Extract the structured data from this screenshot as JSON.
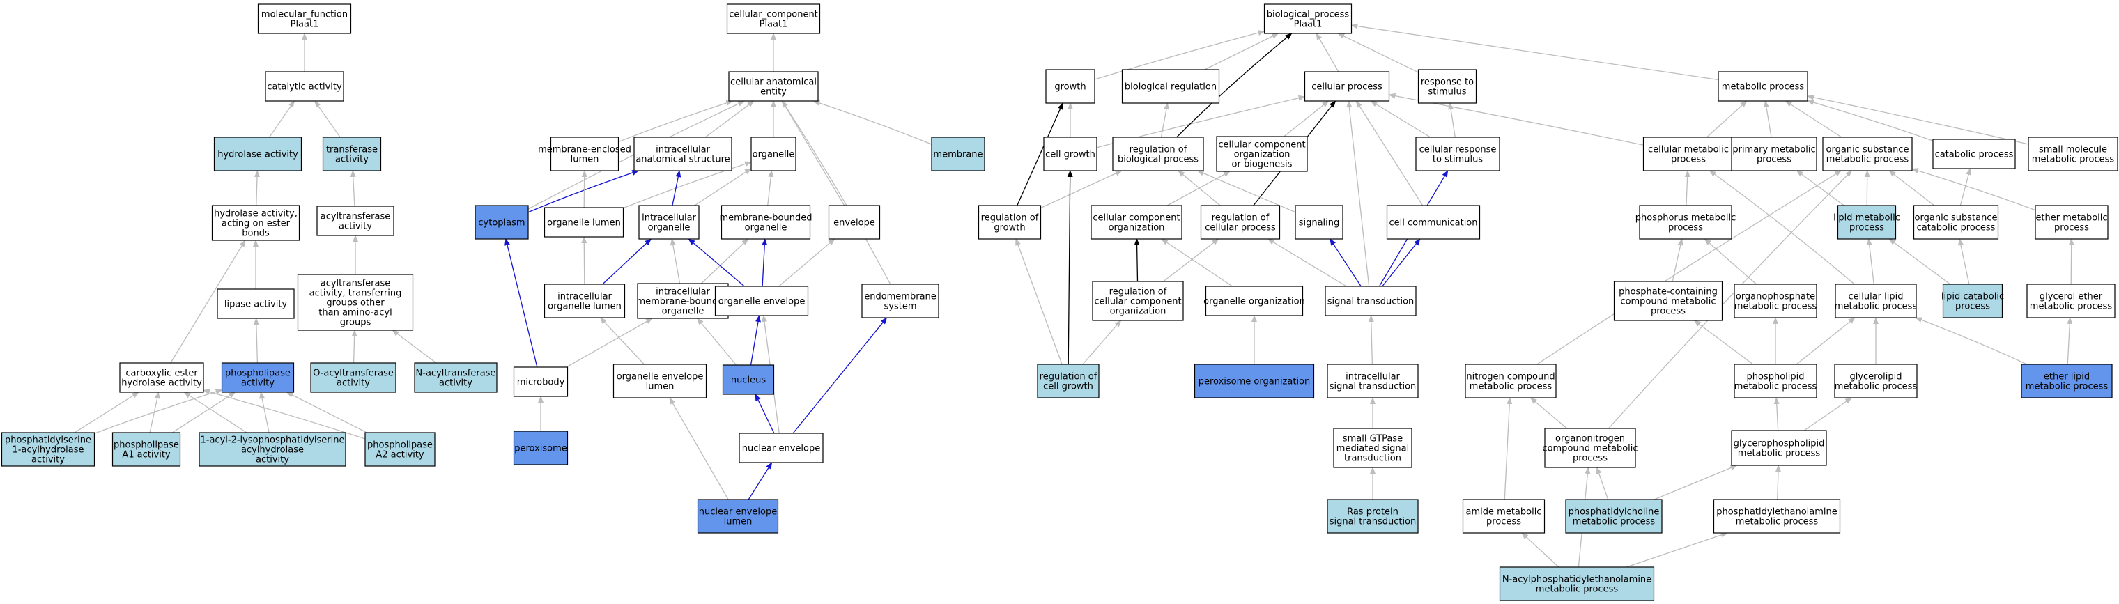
{
  "colors": {
    "white": "#ffffff",
    "light": "#add8e6",
    "dark": "#6495ed",
    "edge_gray": "#bdbdbd",
    "edge_black": "#000000",
    "edge_blue": "#1414d2"
  },
  "nodes": [
    {
      "id": "mf",
      "lines": [
        "molecular_function",
        "Plaat1"
      ],
      "fill": "white"
    },
    {
      "id": "catalytic",
      "lines": [
        "catalytic activity"
      ],
      "fill": "white"
    },
    {
      "id": "hydrolase",
      "lines": [
        "hydrolase activity"
      ],
      "fill": "light"
    },
    {
      "id": "transferase",
      "lines": [
        "transferase",
        "activity"
      ],
      "fill": "light"
    },
    {
      "id": "hydro_ester",
      "lines": [
        "hydrolase activity,",
        "acting on ester",
        "bonds"
      ],
      "fill": "white"
    },
    {
      "id": "acyltransferase",
      "lines": [
        "acyltransferase",
        "activity"
      ],
      "fill": "white"
    },
    {
      "id": "lipase",
      "lines": [
        "lipase activity"
      ],
      "fill": "white"
    },
    {
      "id": "acyl_other",
      "lines": [
        "acyltransferase",
        "activity, transferring",
        "groups other",
        "than amino-acyl",
        "groups"
      ],
      "fill": "white"
    },
    {
      "id": "carbox",
      "lines": [
        "carboxylic ester",
        "hydrolase activity"
      ],
      "fill": "white"
    },
    {
      "id": "phospholipase",
      "lines": [
        "phospholipase",
        "activity"
      ],
      "fill": "dark"
    },
    {
      "id": "o_acyl",
      "lines": [
        "O-acyltransferase",
        "activity"
      ],
      "fill": "light"
    },
    {
      "id": "n_acyl",
      "lines": [
        "N-acyltransferase",
        "activity"
      ],
      "fill": "light"
    },
    {
      "id": "ps1",
      "lines": [
        "phosphatidylserine",
        "1-acylhydrolase",
        "activity"
      ],
      "fill": "light"
    },
    {
      "id": "pa1",
      "lines": [
        "phospholipase",
        "A1 activity"
      ],
      "fill": "light"
    },
    {
      "id": "lyso",
      "lines": [
        "1-acyl-2-lysophosphatidylserine",
        "acylhydrolase",
        "activity"
      ],
      "fill": "light"
    },
    {
      "id": "pa2",
      "lines": [
        "phospholipase",
        "A2 activity"
      ],
      "fill": "light"
    },
    {
      "id": "cc",
      "lines": [
        "cellular_component",
        "Plaat1"
      ],
      "fill": "white"
    },
    {
      "id": "cae",
      "lines": [
        "cellular anatomical",
        "entity"
      ],
      "fill": "white"
    },
    {
      "id": "membrane",
      "lines": [
        "membrane"
      ],
      "fill": "light"
    },
    {
      "id": "mem_encl",
      "lines": [
        "membrane-enclosed",
        "lumen"
      ],
      "fill": "white"
    },
    {
      "id": "intra_anat",
      "lines": [
        "intracellular",
        "anatomical structure"
      ],
      "fill": "white"
    },
    {
      "id": "organelle",
      "lines": [
        "organelle"
      ],
      "fill": "white"
    },
    {
      "id": "cytoplasm",
      "lines": [
        "cytoplasm"
      ],
      "fill": "dark"
    },
    {
      "id": "org_lumen",
      "lines": [
        "organelle lumen"
      ],
      "fill": "white"
    },
    {
      "id": "intra_org",
      "lines": [
        "intracellular",
        "organelle"
      ],
      "fill": "white"
    },
    {
      "id": "mem_bound",
      "lines": [
        "membrane-bounded",
        "organelle"
      ],
      "fill": "white"
    },
    {
      "id": "envelope",
      "lines": [
        "envelope"
      ],
      "fill": "white"
    },
    {
      "id": "intra_org_lumen",
      "lines": [
        "intracellular",
        "organelle lumen"
      ],
      "fill": "white"
    },
    {
      "id": "intra_mem_bound",
      "lines": [
        "intracellular",
        "membrane-bounded",
        "organelle"
      ],
      "fill": "white"
    },
    {
      "id": "org_env",
      "lines": [
        "organelle envelope"
      ],
      "fill": "white"
    },
    {
      "id": "endomem",
      "lines": [
        "endomembrane",
        "system"
      ],
      "fill": "white"
    },
    {
      "id": "microbody",
      "lines": [
        "microbody"
      ],
      "fill": "white"
    },
    {
      "id": "org_env_lumen",
      "lines": [
        "organelle envelope",
        "lumen"
      ],
      "fill": "white"
    },
    {
      "id": "nucleus",
      "lines": [
        "nucleus"
      ],
      "fill": "dark"
    },
    {
      "id": "peroxisome",
      "lines": [
        "peroxisome"
      ],
      "fill": "dark"
    },
    {
      "id": "nuc_env",
      "lines": [
        "nuclear envelope"
      ],
      "fill": "white"
    },
    {
      "id": "nuc_env_lumen",
      "lines": [
        "nuclear envelope",
        "lumen"
      ],
      "fill": "dark"
    },
    {
      "id": "bp",
      "lines": [
        "biological_process",
        "Plaat1"
      ],
      "fill": "white"
    },
    {
      "id": "growth",
      "lines": [
        "growth"
      ],
      "fill": "white"
    },
    {
      "id": "bio_reg",
      "lines": [
        "biological regulation"
      ],
      "fill": "white"
    },
    {
      "id": "cell_proc",
      "lines": [
        "cellular process"
      ],
      "fill": "white"
    },
    {
      "id": "resp_stim",
      "lines": [
        "response to",
        "stimulus"
      ],
      "fill": "white"
    },
    {
      "id": "metab",
      "lines": [
        "metabolic process"
      ],
      "fill": "white"
    },
    {
      "id": "cell_growth",
      "lines": [
        "cell growth"
      ],
      "fill": "white"
    },
    {
      "id": "reg_bio",
      "lines": [
        "regulation of",
        "biological process"
      ],
      "fill": "white"
    },
    {
      "id": "cc_org_bio",
      "lines": [
        "cellular component",
        "organization",
        "or biogenesis"
      ],
      "fill": "white"
    },
    {
      "id": "cell_resp",
      "lines": [
        "cellular response",
        "to stimulus"
      ],
      "fill": "white"
    },
    {
      "id": "cell_metab",
      "lines": [
        "cellular metabolic",
        "process"
      ],
      "fill": "white"
    },
    {
      "id": "prim_metab",
      "lines": [
        "primary metabolic",
        "process"
      ],
      "fill": "white"
    },
    {
      "id": "org_sub_metab",
      "lines": [
        "organic substance",
        "metabolic process"
      ],
      "fill": "white"
    },
    {
      "id": "catab",
      "lines": [
        "catabolic process"
      ],
      "fill": "white"
    },
    {
      "id": "small_mol",
      "lines": [
        "small molecule",
        "metabolic process"
      ],
      "fill": "white"
    },
    {
      "id": "reg_growth",
      "lines": [
        "regulation of",
        "growth"
      ],
      "fill": "white"
    },
    {
      "id": "cc_org",
      "lines": [
        "cellular component",
        "organization"
      ],
      "fill": "white"
    },
    {
      "id": "reg_cell_proc",
      "lines": [
        "regulation of",
        "cellular process"
      ],
      "fill": "white"
    },
    {
      "id": "signaling",
      "lines": [
        "signaling"
      ],
      "fill": "white"
    },
    {
      "id": "cell_comm",
      "lines": [
        "cell communication"
      ],
      "fill": "white"
    },
    {
      "id": "phos_metab",
      "lines": [
        "phosphorus metabolic",
        "process"
      ],
      "fill": "white"
    },
    {
      "id": "lipid_metab",
      "lines": [
        "lipid metabolic",
        "process"
      ],
      "fill": "light"
    },
    {
      "id": "org_sub_catab",
      "lines": [
        "organic substance",
        "catabolic process"
      ],
      "fill": "white"
    },
    {
      "id": "ether_metab",
      "lines": [
        "ether metabolic",
        "process"
      ],
      "fill": "white"
    },
    {
      "id": "reg_cc_org",
      "lines": [
        "regulation of",
        "cellular component",
        "organization"
      ],
      "fill": "white"
    },
    {
      "id": "organelle_org",
      "lines": [
        "organelle organization"
      ],
      "fill": "white"
    },
    {
      "id": "sig_trans",
      "lines": [
        "signal transduction"
      ],
      "fill": "white"
    },
    {
      "id": "phosphate_cont",
      "lines": [
        "phosphate-containing",
        "compound metabolic",
        "process"
      ],
      "fill": "white"
    },
    {
      "id": "organophos",
      "lines": [
        "organophosphate",
        "metabolic process"
      ],
      "fill": "white"
    },
    {
      "id": "cell_lipid",
      "lines": [
        "cellular lipid",
        "metabolic process"
      ],
      "fill": "white"
    },
    {
      "id": "lipid_catab",
      "lines": [
        "lipid catabolic",
        "process"
      ],
      "fill": "light"
    },
    {
      "id": "glyc_ether",
      "lines": [
        "glycerol ether",
        "metabolic process"
      ],
      "fill": "white"
    },
    {
      "id": "reg_cell_growth",
      "lines": [
        "regulation of",
        "cell growth"
      ],
      "fill": "light"
    },
    {
      "id": "perox_org",
      "lines": [
        "peroxisome organization"
      ],
      "fill": "dark"
    },
    {
      "id": "intra_sig",
      "lines": [
        "intracellular",
        "signal transduction"
      ],
      "fill": "white"
    },
    {
      "id": "nitro",
      "lines": [
        "nitrogen compound",
        "metabolic process"
      ],
      "fill": "white"
    },
    {
      "id": "phospholipid",
      "lines": [
        "phospholipid",
        "metabolic process"
      ],
      "fill": "white"
    },
    {
      "id": "glycerolipid",
      "lines": [
        "glycerolipid",
        "metabolic process"
      ],
      "fill": "white"
    },
    {
      "id": "ether_lipid",
      "lines": [
        "ether lipid",
        "metabolic process"
      ],
      "fill": "dark"
    },
    {
      "id": "small_gtp",
      "lines": [
        "small GTPase",
        "mediated signal",
        "transduction"
      ],
      "fill": "white"
    },
    {
      "id": "organonitro",
      "lines": [
        "organonitrogen",
        "compound metabolic",
        "process"
      ],
      "fill": "white"
    },
    {
      "id": "glycerophos",
      "lines": [
        "glycerophospholipid",
        "metabolic process"
      ],
      "fill": "white"
    },
    {
      "id": "ras",
      "lines": [
        "Ras protein",
        "signal transduction"
      ],
      "fill": "light"
    },
    {
      "id": "amide",
      "lines": [
        "amide metabolic",
        "process"
      ],
      "fill": "white"
    },
    {
      "id": "ptdcho",
      "lines": [
        "phosphatidylcholine",
        "metabolic process"
      ],
      "fill": "light"
    },
    {
      "id": "ptdeth",
      "lines": [
        "phosphatidylethanolamine",
        "metabolic process"
      ],
      "fill": "white"
    },
    {
      "id": "nacyl_pe",
      "lines": [
        "N-acylphosphatidylethanolamine",
        "metabolic process"
      ],
      "fill": "light"
    }
  ],
  "edges": [
    [
      "catalytic",
      "mf",
      "gray"
    ],
    [
      "hydrolase",
      "catalytic",
      "gray"
    ],
    [
      "transferase",
      "catalytic",
      "gray"
    ],
    [
      "hydro_ester",
      "hydrolase",
      "gray"
    ],
    [
      "acyltransferase",
      "transferase",
      "gray"
    ],
    [
      "lipase",
      "hydro_ester",
      "gray"
    ],
    [
      "acyl_other",
      "acyltransferase",
      "gray"
    ],
    [
      "carbox",
      "hydro_ester",
      "gray"
    ],
    [
      "phospholipase",
      "lipase",
      "gray"
    ],
    [
      "o_acyl",
      "acyl_other",
      "gray"
    ],
    [
      "n_acyl",
      "acyl_other",
      "gray"
    ],
    [
      "ps1",
      "carbox",
      "gray"
    ],
    [
      "ps1",
      "phospholipase",
      "gray"
    ],
    [
      "pa1",
      "carbox",
      "gray"
    ],
    [
      "pa1",
      "phospholipase",
      "gray"
    ],
    [
      "lyso",
      "carbox",
      "gray"
    ],
    [
      "lyso",
      "phospholipase",
      "gray"
    ],
    [
      "pa2",
      "carbox",
      "gray"
    ],
    [
      "pa2",
      "phospholipase",
      "gray"
    ],
    [
      "cae",
      "cc",
      "gray"
    ],
    [
      "membrane",
      "cae",
      "gray"
    ],
    [
      "mem_encl",
      "cae",
      "gray"
    ],
    [
      "intra_anat",
      "cae",
      "gray"
    ],
    [
      "organelle",
      "cae",
      "gray"
    ],
    [
      "cytoplasm",
      "cae",
      "gray"
    ],
    [
      "cytoplasm",
      "intra_anat",
      "blue"
    ],
    [
      "org_lumen",
      "mem_encl",
      "gray"
    ],
    [
      "org_lumen",
      "organelle",
      "gray"
    ],
    [
      "intra_org",
      "intra_anat",
      "blue"
    ],
    [
      "intra_org",
      "organelle",
      "gray"
    ],
    [
      "mem_bound",
      "organelle",
      "gray"
    ],
    [
      "envelope",
      "cae",
      "gray"
    ],
    [
      "intra_org_lumen",
      "org_lumen",
      "gray"
    ],
    [
      "intra_org_lumen",
      "intra_org",
      "blue"
    ],
    [
      "intra_mem_bound",
      "intra_org",
      "gray"
    ],
    [
      "intra_mem_bound",
      "mem_bound",
      "gray"
    ],
    [
      "org_env",
      "envelope",
      "gray"
    ],
    [
      "org_env",
      "intra_org",
      "blue"
    ],
    [
      "org_env",
      "mem_bound",
      "blue"
    ],
    [
      "endomem",
      "cae",
      "gray"
    ],
    [
      "microbody",
      "intra_mem_bound",
      "gray"
    ],
    [
      "microbody",
      "cytoplasm",
      "blue"
    ],
    [
      "org_env_lumen",
      "intra_org_lumen",
      "gray"
    ],
    [
      "nucleus",
      "intra_mem_bound",
      "gray"
    ],
    [
      "nucleus",
      "org_env",
      "blue"
    ],
    [
      "peroxisome",
      "microbody",
      "gray"
    ],
    [
      "nuc_env",
      "org_env",
      "gray"
    ],
    [
      "nuc_env",
      "nucleus",
      "blue"
    ],
    [
      "nuc_env",
      "endomem",
      "blue"
    ],
    [
      "nuc_env_lumen",
      "org_env_lumen",
      "gray"
    ],
    [
      "nuc_env_lumen",
      "nuc_env",
      "blue"
    ],
    [
      "growth",
      "bp",
      "gray"
    ],
    [
      "bio_reg",
      "bp",
      "gray"
    ],
    [
      "cell_proc",
      "bp",
      "gray"
    ],
    [
      "resp_stim",
      "bp",
      "gray"
    ],
    [
      "metab",
      "bp",
      "gray"
    ],
    [
      "cell_growth",
      "growth",
      "gray"
    ],
    [
      "cell_growth",
      "cell_proc",
      "gray"
    ],
    [
      "reg_bio",
      "bio_reg",
      "gray"
    ],
    [
      "reg_bio",
      "bp",
      "black"
    ],
    [
      "cc_org_bio",
      "cell_proc",
      "gray"
    ],
    [
      "cell_resp",
      "resp_stim",
      "gray"
    ],
    [
      "cell_resp",
      "cell_proc",
      "gray"
    ],
    [
      "cell_metab",
      "cell_proc",
      "gray"
    ],
    [
      "cell_metab",
      "metab",
      "gray"
    ],
    [
      "prim_metab",
      "metab",
      "gray"
    ],
    [
      "org_sub_metab",
      "metab",
      "gray"
    ],
    [
      "catab",
      "metab",
      "gray"
    ],
    [
      "small_mol",
      "metab",
      "gray"
    ],
    [
      "reg_growth",
      "reg_bio",
      "gray"
    ],
    [
      "reg_growth",
      "growth",
      "black"
    ],
    [
      "cc_org",
      "cc_org_bio",
      "gray"
    ],
    [
      "reg_cell_proc",
      "reg_bio",
      "gray"
    ],
    [
      "reg_cell_proc",
      "cell_proc",
      "black"
    ],
    [
      "signaling",
      "reg_bio",
      "gray"
    ],
    [
      "cell_comm",
      "cell_proc",
      "gray"
    ],
    [
      "phos_metab",
      "cell_metab",
      "gray"
    ],
    [
      "lipid_metab",
      "prim_metab",
      "gray"
    ],
    [
      "lipid_metab",
      "org_sub_metab",
      "gray"
    ],
    [
      "org_sub_catab",
      "org_sub_metab",
      "gray"
    ],
    [
      "org_sub_catab",
      "catab",
      "gray"
    ],
    [
      "ether_metab",
      "org_sub_metab",
      "gray"
    ],
    [
      "reg_cc_org",
      "reg_cell_proc",
      "gray"
    ],
    [
      "reg_cc_org",
      "cc_org",
      "black"
    ],
    [
      "organelle_org",
      "cc_org",
      "gray"
    ],
    [
      "sig_trans",
      "signaling",
      "blue"
    ],
    [
      "sig_trans",
      "cell_comm",
      "blue"
    ],
    [
      "sig_trans",
      "cell_resp",
      "blue"
    ],
    [
      "sig_trans",
      "reg_cell_proc",
      "gray"
    ],
    [
      "sig_trans",
      "cell_proc",
      "gray"
    ],
    [
      "phosphate_cont",
      "phos_metab",
      "gray"
    ],
    [
      "organophos",
      "phos_metab",
      "gray"
    ],
    [
      "cell_lipid",
      "cell_metab",
      "gray"
    ],
    [
      "cell_lipid",
      "lipid_metab",
      "gray"
    ],
    [
      "lipid_catab",
      "lipid_metab",
      "gray"
    ],
    [
      "lipid_catab",
      "org_sub_catab",
      "gray"
    ],
    [
      "glyc_ether",
      "ether_metab",
      "gray"
    ],
    [
      "reg_cell_growth",
      "reg_growth",
      "gray"
    ],
    [
      "reg_cell_growth",
      "cell_growth",
      "black"
    ],
    [
      "reg_cell_growth",
      "reg_cc_org",
      "gray"
    ],
    [
      "perox_org",
      "organelle_org",
      "gray"
    ],
    [
      "intra_sig",
      "sig_trans",
      "gray"
    ],
    [
      "nitro",
      "org_sub_metab",
      "gray"
    ],
    [
      "phospholipid",
      "phosphate_cont",
      "gray"
    ],
    [
      "phospholipid",
      "organophos",
      "gray"
    ],
    [
      "phospholipid",
      "cell_lipid",
      "gray"
    ],
    [
      "glycerolipid",
      "cell_lipid",
      "gray"
    ],
    [
      "ether_lipid",
      "cell_lipid",
      "gray"
    ],
    [
      "ether_lipid",
      "glyc_ether",
      "gray"
    ],
    [
      "small_gtp",
      "intra_sig",
      "gray"
    ],
    [
      "organonitro",
      "nitro",
      "gray"
    ],
    [
      "organonitro",
      "org_sub_metab",
      "gray"
    ],
    [
      "glycerophos",
      "phospholipid",
      "gray"
    ],
    [
      "glycerophos",
      "glycerolipid",
      "gray"
    ],
    [
      "ras",
      "small_gtp",
      "gray"
    ],
    [
      "amide",
      "nitro",
      "gray"
    ],
    [
      "ptdcho",
      "organonitro",
      "gray"
    ],
    [
      "ptdcho",
      "glycerophos",
      "gray"
    ],
    [
      "ptdeth",
      "glycerophos",
      "gray"
    ],
    [
      "nacyl_pe",
      "amide",
      "gray"
    ],
    [
      "nacyl_pe",
      "organonitro",
      "gray"
    ],
    [
      "nacyl_pe",
      "ptdeth",
      "gray"
    ]
  ]
}
